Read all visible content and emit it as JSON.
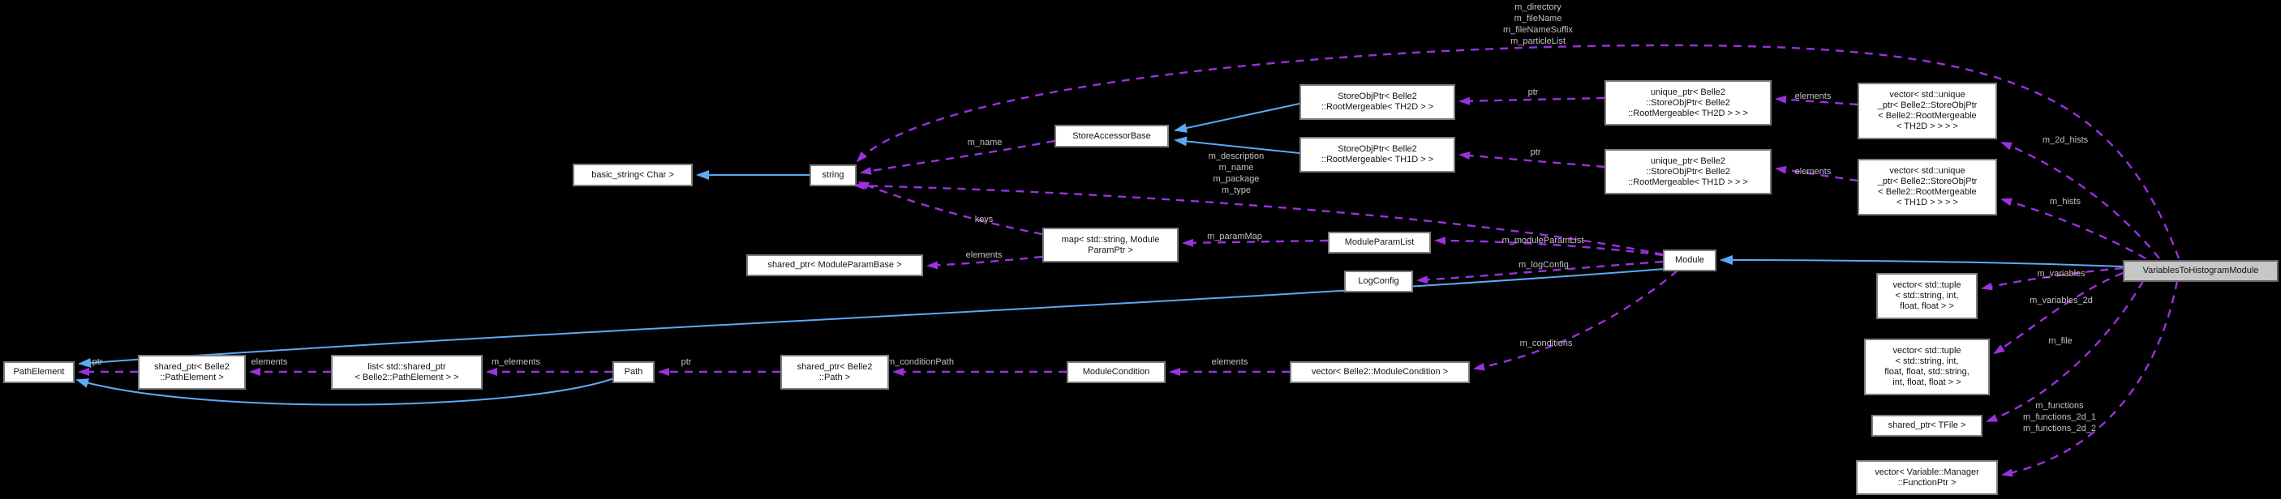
{
  "diagram": {
    "title": "VariablesToHistogramModule collaboration graph",
    "highlighted_node": "variables-to-histogram-module",
    "colors": {
      "background": "#000000",
      "node_fill": "#ffffff",
      "node_border": "#7d7d7d",
      "highlight_fill": "#c6c6c6",
      "inheritance_edge": "#5ca9f5",
      "usage_edge": "#9e30e0",
      "edge_label": "#c2c2c2"
    },
    "nodes": [
      {
        "id": "basic-string",
        "label": "basic_string< Char >"
      },
      {
        "id": "string",
        "label": "string"
      },
      {
        "id": "store-accessor-base",
        "label": "StoreAccessorBase"
      },
      {
        "id": "store-obj-ptr-th2d",
        "label": "StoreObjPtr< Belle2\n::RootMergeable< TH2D > >"
      },
      {
        "id": "store-obj-ptr-th1d",
        "label": "StoreObjPtr< Belle2\n::RootMergeable< TH1D > >"
      },
      {
        "id": "unique-ptr-th2d",
        "label": "unique_ptr< Belle2\n::StoreObjPtr< Belle2\n::RootMergeable< TH2D > > >"
      },
      {
        "id": "unique-ptr-th1d",
        "label": "unique_ptr< Belle2\n::StoreObjPtr< Belle2\n::RootMergeable< TH1D > > >"
      },
      {
        "id": "vec-unique-th2d",
        "label": "vector< std::unique\n_ptr< Belle2::StoreObjPtr\n< Belle2::RootMergeable\n< TH2D > > > >"
      },
      {
        "id": "vec-unique-th1d",
        "label": "vector< std::unique\n_ptr< Belle2::StoreObjPtr\n< Belle2::RootMergeable\n< TH1D > > > >"
      },
      {
        "id": "map-param",
        "label": "map< std::string, Module\nParamPtr >"
      },
      {
        "id": "shared-module-param-base",
        "label": "shared_ptr< ModuleParamBase >"
      },
      {
        "id": "module-param-list",
        "label": "ModuleParamList"
      },
      {
        "id": "log-config",
        "label": "LogConfig"
      },
      {
        "id": "module",
        "label": "Module"
      },
      {
        "id": "variables-to-histogram-module",
        "label": "VariablesToHistogramModule"
      },
      {
        "id": "vec-tuple4",
        "label": "vector< std::tuple\n< std::string, int,\nfloat, float > >"
      },
      {
        "id": "vec-tuple8",
        "label": "vector< std::tuple\n< std::string, int,\nfloat, float, std::string,\nint, float, float > >"
      },
      {
        "id": "shared-tfile",
        "label": "shared_ptr< TFile >"
      },
      {
        "id": "vec-function-ptr",
        "label": "vector< Variable::Manager\n::FunctionPtr >"
      },
      {
        "id": "path-element",
        "label": "PathElement"
      },
      {
        "id": "shared-path-element",
        "label": "shared_ptr< Belle2\n::PathElement >"
      },
      {
        "id": "list-shared-path-element",
        "label": "list< std::shared_ptr\n< Belle2::PathElement > >"
      },
      {
        "id": "path",
        "label": "Path"
      },
      {
        "id": "shared-path",
        "label": "shared_ptr< Belle2\n::Path >"
      },
      {
        "id": "module-condition",
        "label": "ModuleCondition"
      },
      {
        "id": "vec-module-condition",
        "label": "vector< Belle2::ModuleCondition >"
      }
    ],
    "edges": [
      {
        "id": "vthm-string",
        "from": "variables-to-histogram-module",
        "to": "string",
        "kind": "usage",
        "label": "m_directory\nm_fileName\nm_fileNameSuffix\nm_particleList"
      },
      {
        "id": "string-basic-string",
        "from": "string",
        "to": "basic-string",
        "kind": "inheritance",
        "label": ""
      },
      {
        "id": "store-obj-ptr-th2d-sab",
        "from": "store-obj-ptr-th2d",
        "to": "store-accessor-base",
        "kind": "inheritance",
        "label": ""
      },
      {
        "id": "store-obj-ptr-th1d-sab",
        "from": "store-obj-ptr-th1d",
        "to": "store-accessor-base",
        "kind": "inheritance",
        "label": ""
      },
      {
        "id": "sab-string",
        "from": "store-accessor-base",
        "to": "string",
        "kind": "usage",
        "label": "m_name"
      },
      {
        "id": "unique-th2d-store-th2d",
        "from": "unique-ptr-th2d",
        "to": "store-obj-ptr-th2d",
        "kind": "usage",
        "label": "ptr"
      },
      {
        "id": "unique-th1d-store-th1d",
        "from": "unique-ptr-th1d",
        "to": "store-obj-ptr-th1d",
        "kind": "usage",
        "label": "ptr"
      },
      {
        "id": "vec-th2d-unique-th2d",
        "from": "vec-unique-th2d",
        "to": "unique-ptr-th2d",
        "kind": "usage",
        "label": "elements"
      },
      {
        "id": "vec-th1d-unique-th1d",
        "from": "vec-unique-th1d",
        "to": "unique-ptr-th1d",
        "kind": "usage",
        "label": "elements"
      },
      {
        "id": "vthm-vec-th2d",
        "from": "variables-to-histogram-module",
        "to": "vec-unique-th2d",
        "kind": "usage",
        "label": "m_2d_hists"
      },
      {
        "id": "vthm-vec-th1d",
        "from": "variables-to-histogram-module",
        "to": "vec-unique-th1d",
        "kind": "usage",
        "label": "m_hists"
      },
      {
        "id": "module-string",
        "from": "module",
        "to": "string",
        "kind": "usage",
        "label": "m_description\nm_name\nm_package\nm_type"
      },
      {
        "id": "map-string",
        "from": "map-param",
        "to": "string",
        "kind": "usage",
        "label": "keys"
      },
      {
        "id": "map-shared-mpb",
        "from": "map-param",
        "to": "shared-module-param-base",
        "kind": "usage",
        "label": "elements"
      },
      {
        "id": "mpl-map",
        "from": "module-param-list",
        "to": "map-param",
        "kind": "usage",
        "label": "m_paramMap"
      },
      {
        "id": "module-mpl",
        "from": "module",
        "to": "module-param-list",
        "kind": "usage",
        "label": "m_moduleParamList"
      },
      {
        "id": "module-log-config",
        "from": "module",
        "to": "log-config",
        "kind": "usage",
        "label": "m_logConfig"
      },
      {
        "id": "vthm-module",
        "from": "variables-to-histogram-module",
        "to": "module",
        "kind": "inheritance",
        "label": ""
      },
      {
        "id": "module-path-element",
        "from": "module",
        "to": "path-element",
        "kind": "inheritance",
        "label": ""
      },
      {
        "id": "path-path-element",
        "from": "path",
        "to": "path-element",
        "kind": "inheritance",
        "label": ""
      },
      {
        "id": "shared-pe-path-element",
        "from": "shared-path-element",
        "to": "path-element",
        "kind": "usage",
        "label": "ptr"
      },
      {
        "id": "list-pe-shared-pe",
        "from": "list-shared-path-element",
        "to": "shared-path-element",
        "kind": "usage",
        "label": "elements"
      },
      {
        "id": "path-list-pe",
        "from": "path",
        "to": "list-shared-path-element",
        "kind": "usage",
        "label": "m_elements"
      },
      {
        "id": "shared-path-path",
        "from": "shared-path",
        "to": "path",
        "kind": "usage",
        "label": "ptr"
      },
      {
        "id": "mc-shared-path",
        "from": "module-condition",
        "to": "shared-path",
        "kind": "usage",
        "label": "m_conditionPath"
      },
      {
        "id": "vec-mc-mc",
        "from": "vec-module-condition",
        "to": "module-condition",
        "kind": "usage",
        "label": "elements"
      },
      {
        "id": "module-vec-mc",
        "from": "module",
        "to": "vec-module-condition",
        "kind": "usage",
        "label": "m_conditions"
      },
      {
        "id": "vthm-vec-tuple4",
        "from": "variables-to-histogram-module",
        "to": "vec-tuple4",
        "kind": "usage",
        "label": "m_variables"
      },
      {
        "id": "vthm-vec-tuple8",
        "from": "variables-to-histogram-module",
        "to": "vec-tuple8",
        "kind": "usage",
        "label": "m_variables_2d"
      },
      {
        "id": "vthm-shared-tfile",
        "from": "variables-to-histogram-module",
        "to": "shared-tfile",
        "kind": "usage",
        "label": "m_file"
      },
      {
        "id": "vthm-vec-function-ptr",
        "from": "variables-to-histogram-module",
        "to": "vec-function-ptr",
        "kind": "usage",
        "label": "m_functions\nm_functions_2d_1\nm_functions_2d_2"
      }
    ]
  }
}
